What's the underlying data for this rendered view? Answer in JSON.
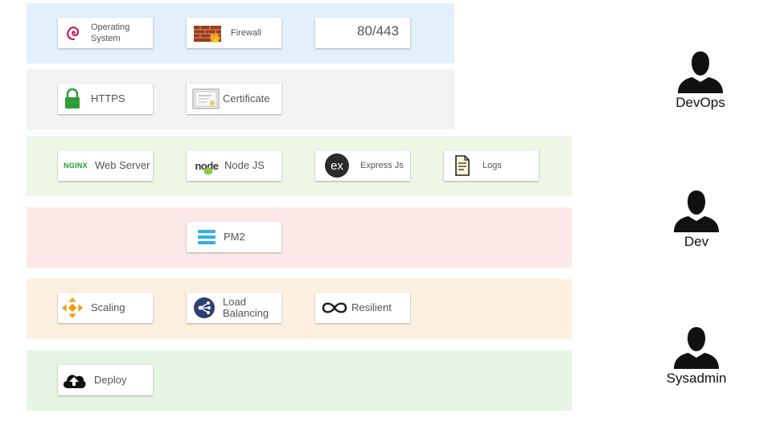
{
  "rows": [
    {
      "color": "#e3f0fc",
      "cards": [
        {
          "icon": "debian-swirl-icon",
          "label_lines": [
            "Operating",
            "System"
          ]
        },
        {
          "icon": "firewall-icon",
          "label": "Firewall"
        },
        {
          "label": "80/443"
        }
      ]
    },
    {
      "color": "#f3f3f3",
      "cards": [
        {
          "icon": "padlock-icon",
          "label": "HTTPS"
        },
        {
          "icon": "certificate-icon",
          "label": "Certificate"
        }
      ]
    },
    {
      "color": "#eef6e6",
      "cards": [
        {
          "icon": "nginx-logo-icon",
          "label": "Web Server",
          "logo_text": "NGINX"
        },
        {
          "icon": "nodejs-logo-icon",
          "label": "Node JS",
          "logo_text": "node"
        },
        {
          "icon": "express-logo-icon",
          "label": "Express Js",
          "logo_text": "ex"
        },
        {
          "icon": "document-icon",
          "label": "Logs"
        }
      ]
    },
    {
      "color": "#fde8e8",
      "cards": [
        {
          "icon": "pm2-bars-icon",
          "label": "PM2"
        }
      ]
    },
    {
      "color": "#fdf0e0",
      "cards": [
        {
          "icon": "scaling-arrows-icon",
          "label": "Scaling"
        },
        {
          "icon": "load-balancer-icon",
          "label_lines": [
            "Load",
            "Balancing"
          ]
        },
        {
          "icon": "infinity-icon",
          "label": "Resilient"
        }
      ]
    },
    {
      "color": "#e6f4e4",
      "cards": [
        {
          "icon": "cloud-upload-icon",
          "label": "Deploy"
        }
      ]
    }
  ],
  "roles": [
    {
      "icon": "person-icon",
      "label": "DevOps"
    },
    {
      "icon": "person-icon",
      "label": "Dev"
    },
    {
      "icon": "person-icon",
      "label": "Sysadmin"
    }
  ]
}
